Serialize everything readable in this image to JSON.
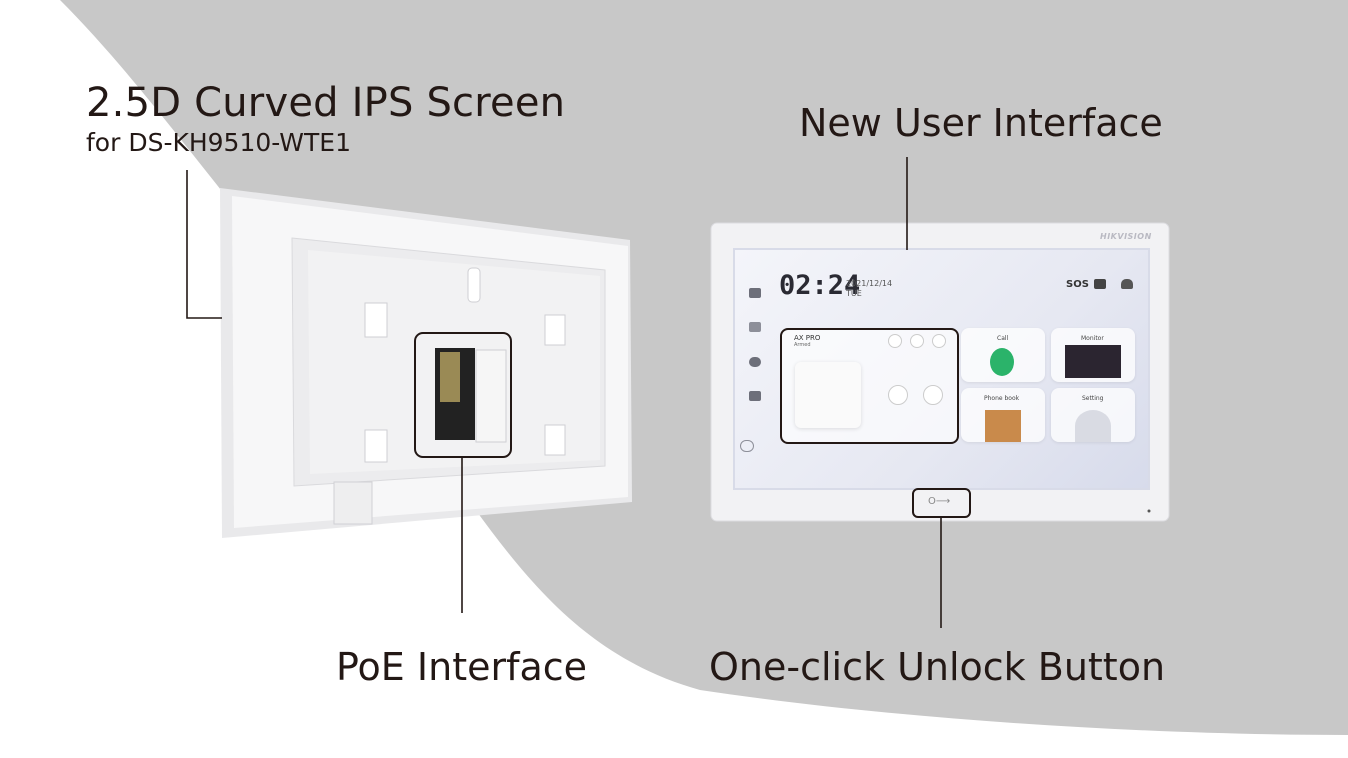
{
  "headline": {
    "title": "2.5D Curved IPS Screen",
    "subtitle": "for DS-KH9510-WTE1"
  },
  "callouts": {
    "new_ui": "New User Interface",
    "poe": "PoE Interface",
    "unlock": "One-click Unlock Button"
  },
  "device_screen": {
    "brand": "HIKVISION",
    "time": "02:24",
    "date": "2021/12/14",
    "day": "TUE",
    "sos": "SOS",
    "security_card": {
      "title": "AX PRO",
      "status": "Armed"
    },
    "tiles": [
      {
        "label": "Call"
      },
      {
        "label": "Monitor"
      },
      {
        "label": "Phone book"
      },
      {
        "label": "Setting"
      }
    ]
  },
  "colors": {
    "text": "#231815",
    "background_gray": "#c8c8c8",
    "device_white": "#f2f2f4",
    "call_green": "#2bb36a"
  }
}
